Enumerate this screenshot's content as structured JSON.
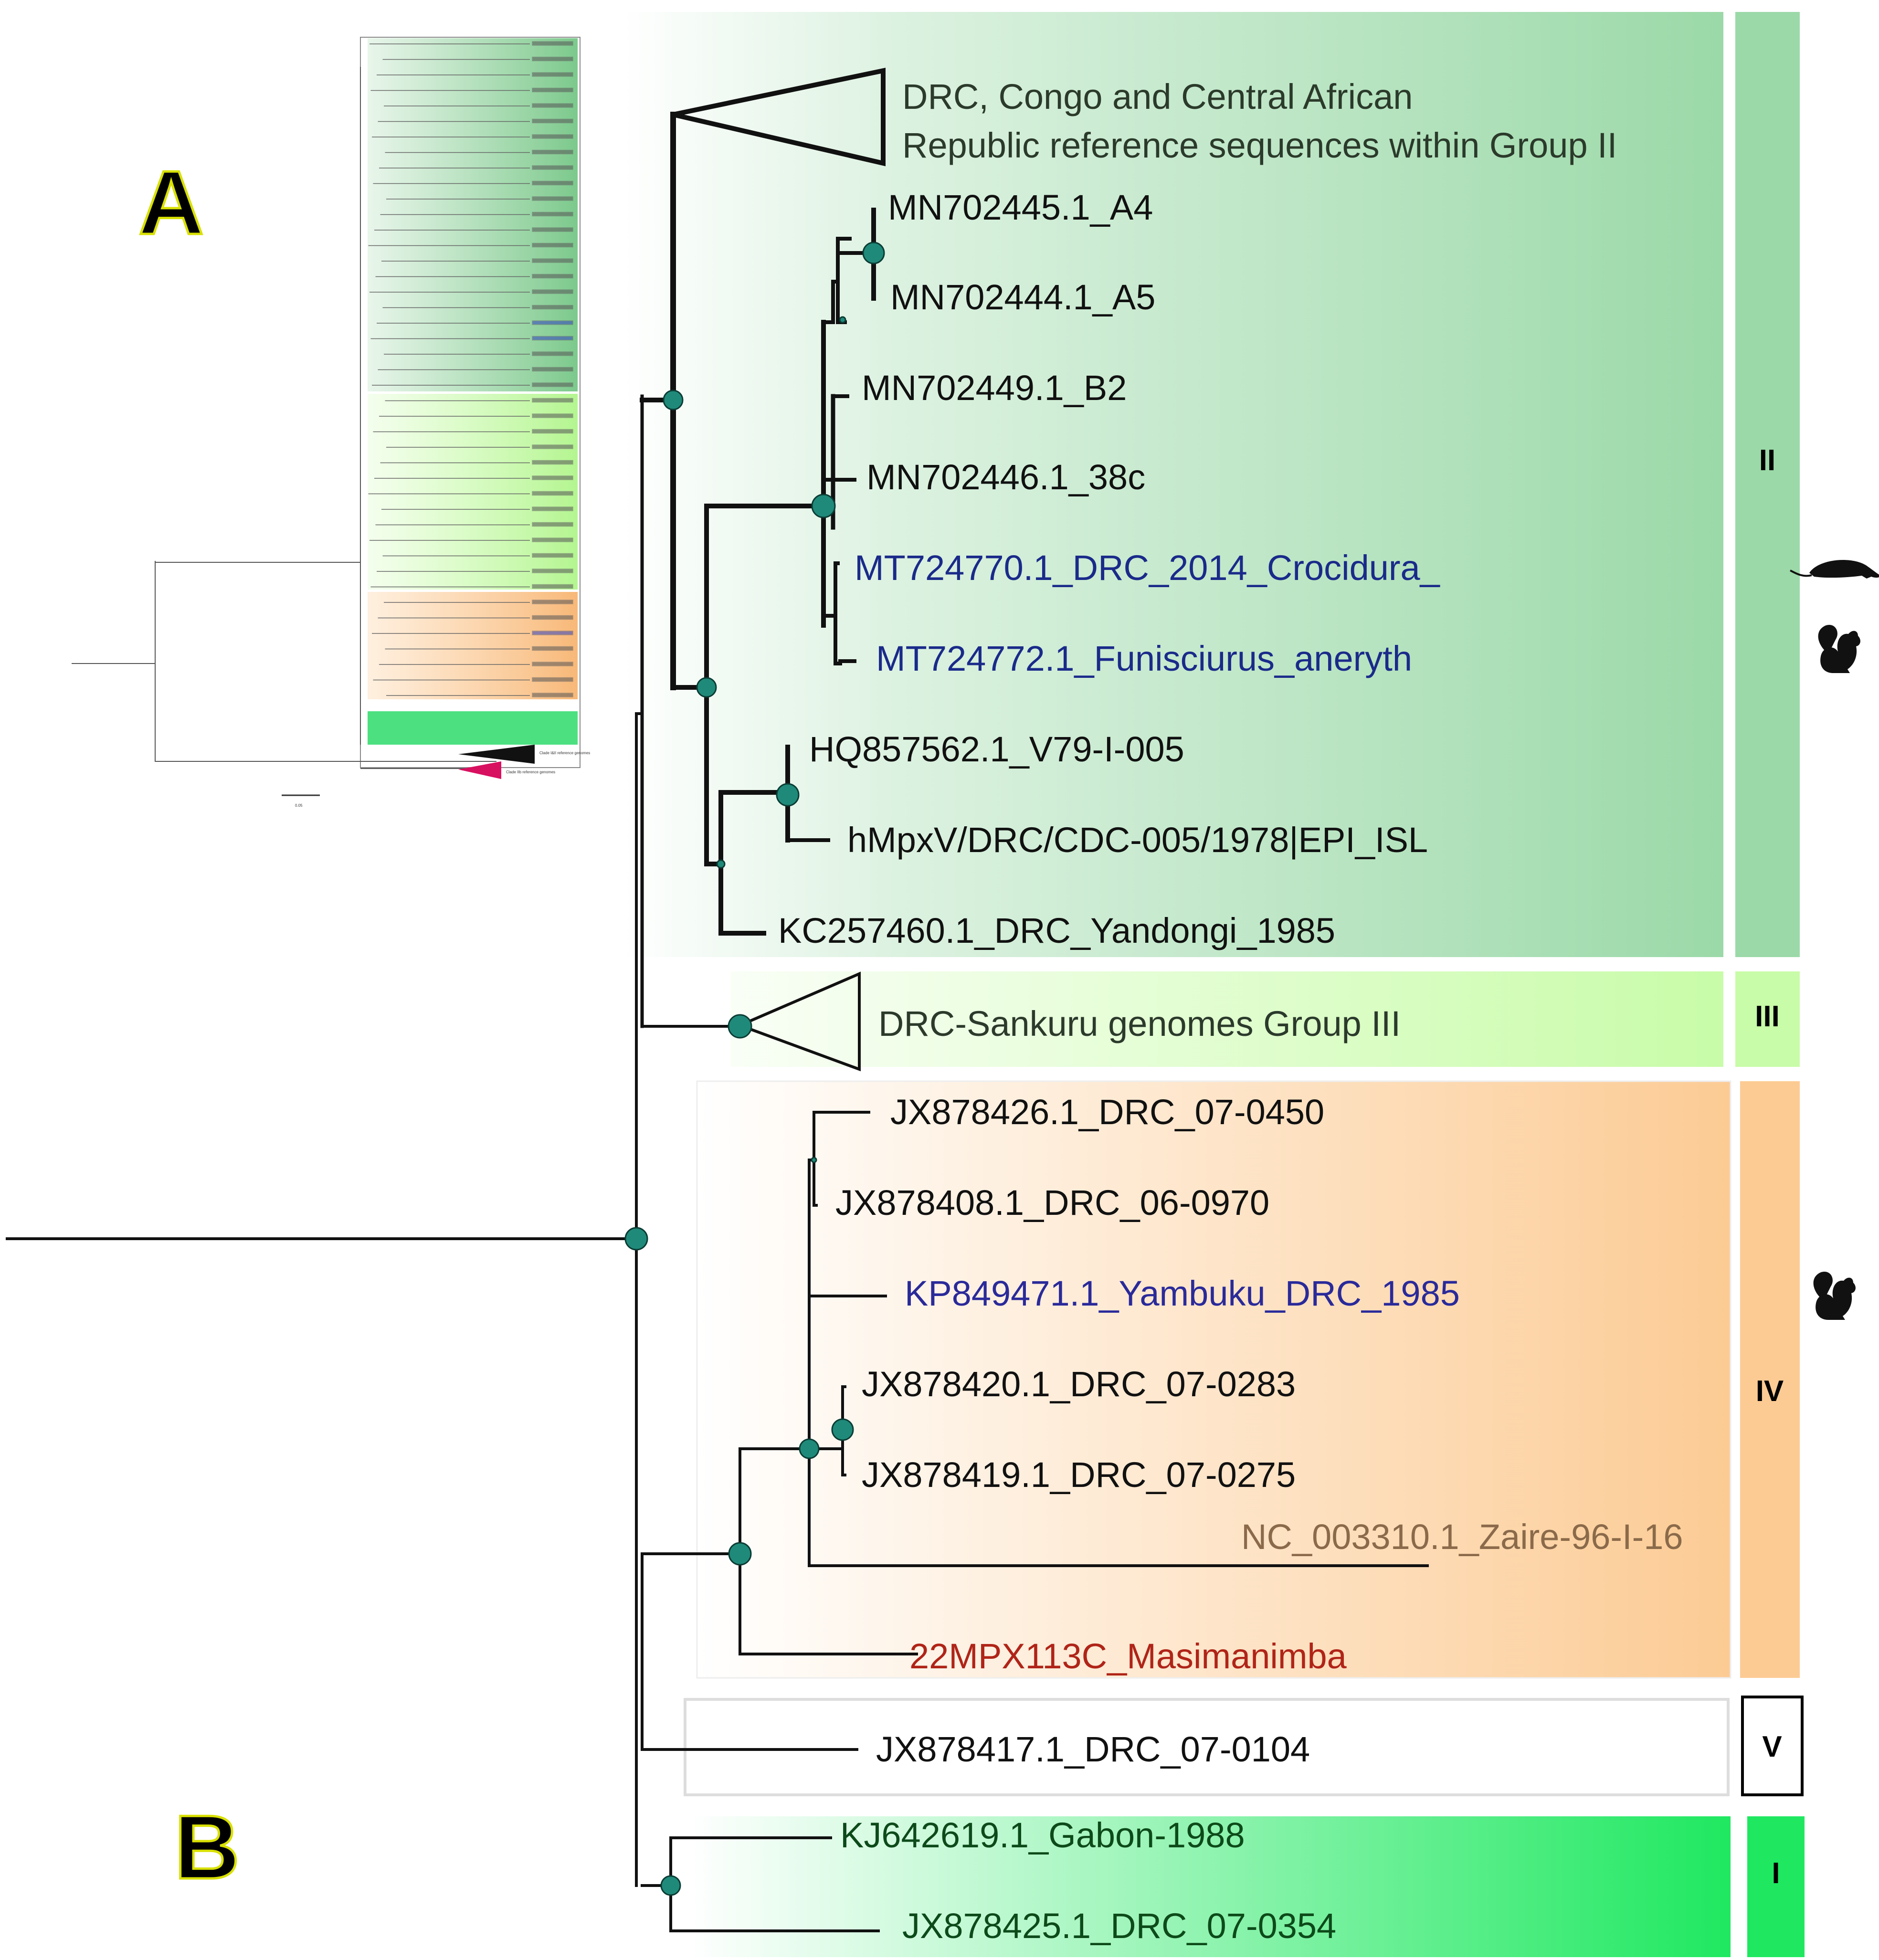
{
  "panels": {
    "a": "A",
    "b": "B"
  },
  "groups": [
    {
      "id": "II",
      "label": "II",
      "color": "#9bd9a8"
    },
    {
      "id": "III",
      "label": "III",
      "color": "#c8fca8"
    },
    {
      "id": "IV",
      "label": "IV",
      "color": "#fccb94"
    },
    {
      "id": "V",
      "label": "V",
      "color": "#ffffff"
    },
    {
      "id": "I",
      "label": "I",
      "color": "#1fe860"
    }
  ],
  "collapsed_clades": {
    "group2_line1": "DRC, Congo and Central African",
    "group2_line2": "Republic reference sequences within Group II",
    "group3": "DRC-Sankuru genomes Group III"
  },
  "tips": [
    {
      "label": "MN702445.1_A4",
      "color": "#111111"
    },
    {
      "label": "MN702444.1_A5",
      "color": "#111111"
    },
    {
      "label": "MN702449.1_B2",
      "color": "#111111"
    },
    {
      "label": "MN702446.1_38c",
      "color": "#111111"
    },
    {
      "label": "MT724770.1_DRC_2014_Crocidura_",
      "color": "#1a2a8a"
    },
    {
      "label": "MT724772.1_Funisciurus_aneryth",
      "color": "#1a2a8a"
    },
    {
      "label": "HQ857562.1_V79-I-005",
      "color": "#111111"
    },
    {
      "label": "hMpxV/DRC/CDC-005/1978|EPI_ISL",
      "color": "#111111"
    },
    {
      "label": "KC257460.1_DRC_Yandongi_1985",
      "color": "#111111"
    },
    {
      "label": "JX878426.1_DRC_07-0450",
      "color": "#111111"
    },
    {
      "label": "JX878408.1_DRC_06-0970",
      "color": "#111111"
    },
    {
      "label": "KP849471.1_Yambuku_DRC_1985",
      "color": "#2a2a9a"
    },
    {
      "label": "JX878420.1_DRC_07-0283",
      "color": "#111111"
    },
    {
      "label": "JX878419.1_DRC_07-0275",
      "color": "#111111"
    },
    {
      "label": "NC_003310.1_Zaire-96-I-16",
      "color": "#8a6a4a"
    },
    {
      "label": "22MPX113C_Masimanimba",
      "color": "#b02418"
    },
    {
      "label": "JX878417.1_DRC_07-0104",
      "color": "#111111"
    },
    {
      "label": "KJ642619.1_Gabon-1988",
      "color": "#0d4a1a"
    },
    {
      "label": "JX878425.1_DRC_07-0354",
      "color": "#0d4a1a"
    }
  ],
  "colors": {
    "node": "#1f8a7a",
    "branch": "#111111"
  },
  "icons": [
    "shrew-icon",
    "squirrel-icon",
    "squirrel-icon"
  ]
}
